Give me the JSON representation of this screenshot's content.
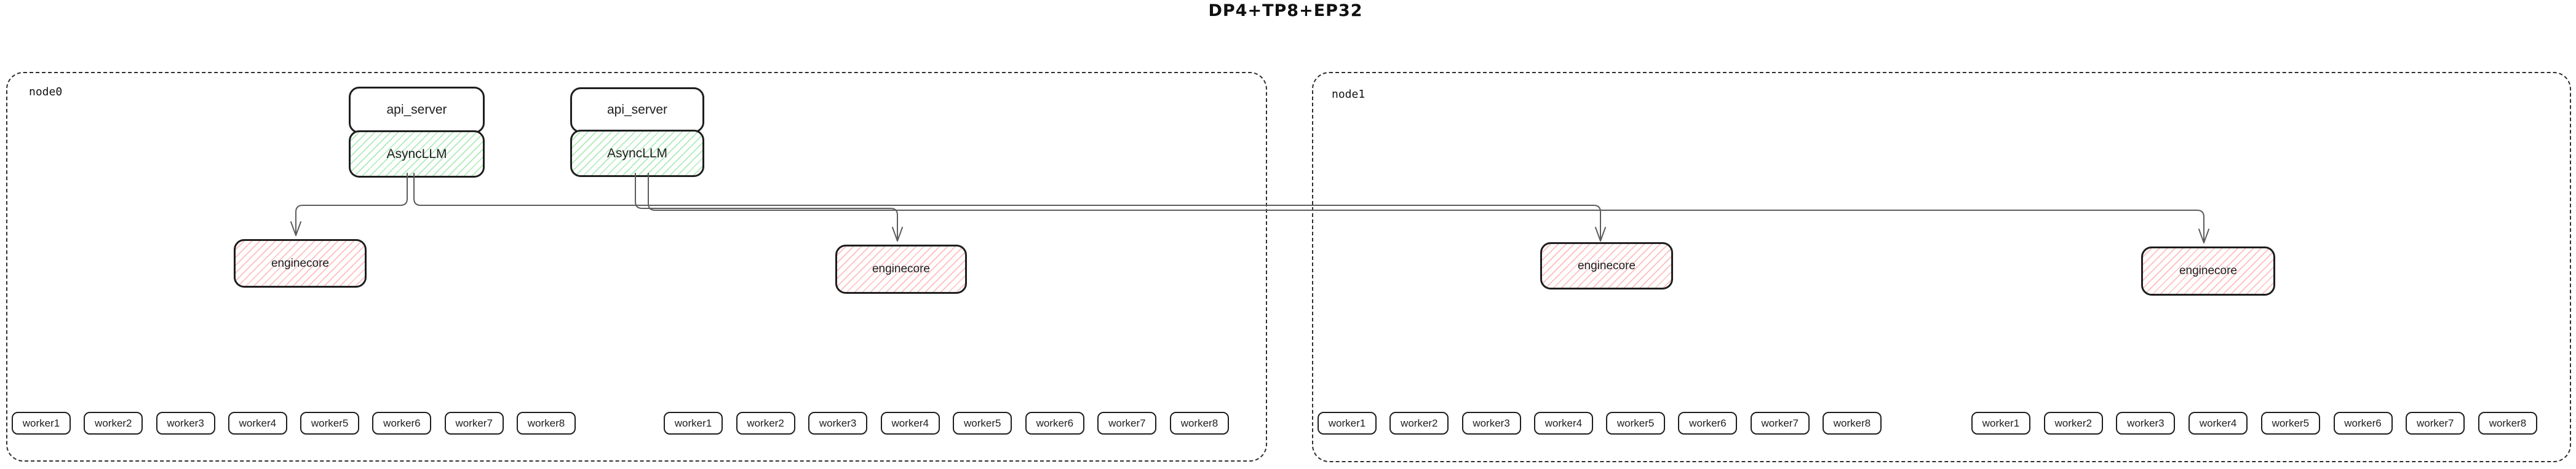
{
  "title": "DP4+TP8+EP32",
  "colors": {
    "box_border": "#1e1e1e",
    "green_hatch": "#69db7c",
    "red_hatch": "#ff8787",
    "edge_line": "#5c5c5c",
    "node_border_dashed": "#2e2e2e"
  },
  "nodes": [
    {
      "label": "node0",
      "api_servers": [
        {
          "server_label": "api_server",
          "client_label": "AsyncLLM"
        },
        {
          "server_label": "api_server",
          "client_label": "AsyncLLM"
        }
      ],
      "enginecores": [
        {
          "label": "enginecore"
        },
        {
          "label": "enginecore"
        }
      ],
      "worker_rows": [
        {
          "workers": [
            "worker1",
            "worker2",
            "worker3",
            "worker4",
            "worker5",
            "worker6",
            "worker7",
            "worker8"
          ]
        },
        {
          "workers": [
            "worker1",
            "worker2",
            "worker3",
            "worker4",
            "worker5",
            "worker6",
            "worker7",
            "worker8"
          ]
        }
      ]
    },
    {
      "label": "node1",
      "api_servers": [],
      "enginecores": [
        {
          "label": "enginecore"
        },
        {
          "label": "enginecore"
        }
      ],
      "worker_rows": [
        {
          "workers": [
            "worker1",
            "worker2",
            "worker3",
            "worker4",
            "worker5",
            "worker6",
            "worker7",
            "worker8"
          ]
        },
        {
          "workers": [
            "worker1",
            "worker2",
            "worker3",
            "worker4",
            "worker5",
            "worker6",
            "worker7",
            "worker8"
          ]
        }
      ]
    }
  ],
  "connections": [
    {
      "from": "node0 AsyncLLM 1",
      "to": "node0 enginecore 1"
    },
    {
      "from": "node0 AsyncLLM 1",
      "to": "node1 enginecore 1"
    },
    {
      "from": "node0 AsyncLLM 2",
      "to": "node0 enginecore 2"
    },
    {
      "from": "node0 AsyncLLM 2",
      "to": "node1 enginecore 2"
    }
  ]
}
